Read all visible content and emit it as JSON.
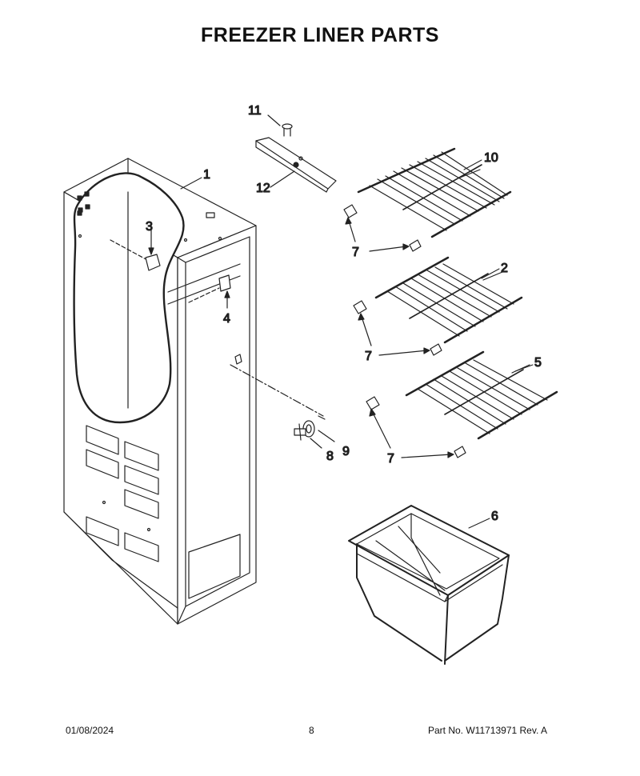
{
  "header": {
    "title": "FREEZER LINER PARTS"
  },
  "callouts": {
    "c1": "1",
    "c2": "2",
    "c3": "3",
    "c4": "4",
    "c5": "5",
    "c6": "6",
    "c7a": "7",
    "c7b": "7",
    "c7c": "7",
    "c8": "8",
    "c9": "9",
    "c10": "10",
    "c11": "11",
    "c12": "12"
  },
  "footer": {
    "date": "01/08/2024",
    "page": "8",
    "part": "Part No.  W11713971  Rev.  A"
  }
}
